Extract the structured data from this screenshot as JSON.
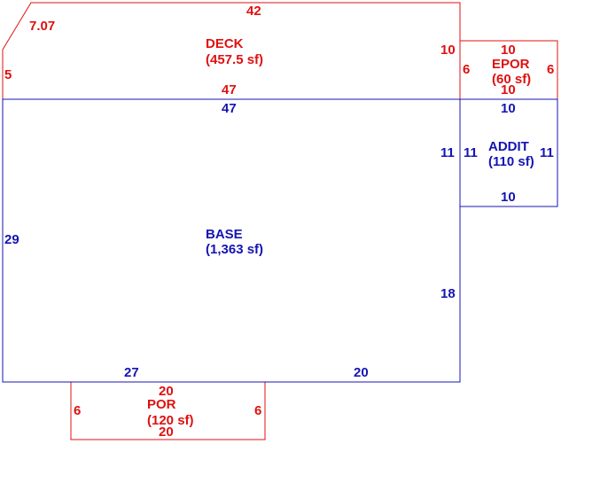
{
  "colors": {
    "red": "#e01010",
    "blue": "#1414b4"
  },
  "deck": {
    "name": "DECK",
    "area": "(457.5 sf)",
    "dims": {
      "top": "42",
      "diag": "7.07",
      "left": "5",
      "bottom": "47",
      "right": "10"
    }
  },
  "epor": {
    "name": "EPOR",
    "area": "(60 sf)",
    "dims": {
      "top": "10",
      "left": "6",
      "right": "6",
      "bottom": "10"
    }
  },
  "base": {
    "name": "BASE",
    "area": "(1,363 sf)",
    "dims": {
      "top": "47",
      "left": "29",
      "right_upper": "11",
      "right_lower": "18",
      "bottom_left": "27",
      "bottom_right": "20"
    }
  },
  "addit": {
    "name": "ADDIT",
    "area": "(110 sf)",
    "dims": {
      "top": "10",
      "left": "11",
      "right": "11",
      "bottom": "10"
    }
  },
  "por": {
    "name": "POR",
    "area": "(120 sf)",
    "dims": {
      "top": "20",
      "left": "6",
      "right": "6",
      "bottom": "20"
    }
  }
}
